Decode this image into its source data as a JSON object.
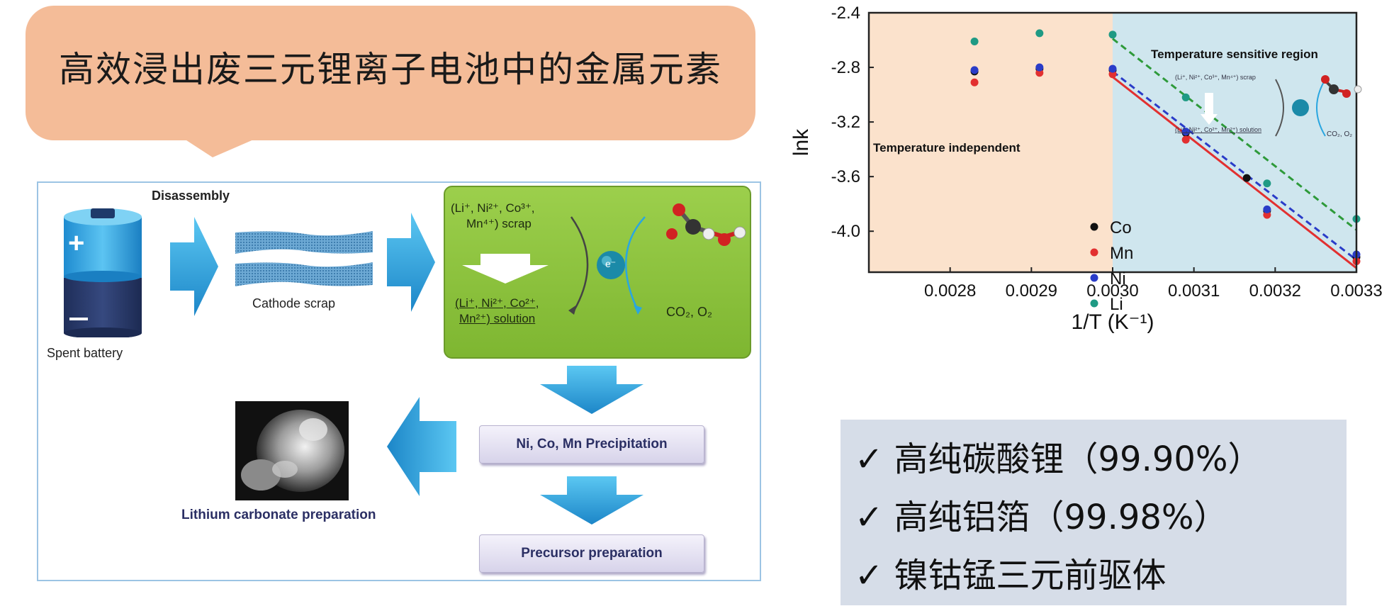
{
  "banner": {
    "title": "高效浸出废三元锂离子电池中的金属元素"
  },
  "flow": {
    "disassembly": "Disassembly",
    "spent_battery": "Spent battery",
    "cathode_scrap": "Cathode scrap",
    "scrap_species": "(Li⁺, Ni²⁺, Co³⁺,",
    "scrap_species2": "Mn⁴⁺) scrap",
    "solution_species": "(Li⁺, Ni²⁺, Co²⁺,",
    "solution_species2": "Mn²⁺) solution",
    "electron": "e⁻",
    "gases": "CO₂, O₂",
    "precipitation": "Ni, Co, Mn Precipitation",
    "precursor": "Precursor preparation",
    "lithium": "Lithium carbonate preparation"
  },
  "colors": {
    "Co": "#111111",
    "Mn": "#e23030",
    "Ni": "#2a3cc8",
    "Li": "#1f9a84",
    "left_region": "#fbe2cc",
    "right_region": "#cfe6ee",
    "banner": "#f4bc98",
    "green_box": "#8cc43e"
  },
  "chart_data": {
    "type": "scatter",
    "title": "",
    "xlabel": "1/T (K⁻¹)",
    "ylabel": "lnk",
    "xlim": [
      0.0027,
      0.0033
    ],
    "ylim": [
      -4.3,
      -2.4
    ],
    "xticks": [
      "0.0028",
      "0.0029",
      "0.0030",
      "0.0031",
      "0.0032",
      "0.0033"
    ],
    "yticks": [
      "-2.4",
      "-2.8",
      "-3.2",
      "-3.6",
      "-4.0"
    ],
    "regions": [
      "Temperature independent",
      "Temperature sensitive region"
    ],
    "legend_position": "lower-left of right region",
    "series": [
      {
        "name": "Co",
        "color": "#111111",
        "x": [
          0.00283,
          0.00291,
          0.003,
          0.00309,
          0.003165,
          0.00319,
          0.0033
        ],
        "y": [
          -2.83,
          -2.81,
          -2.82,
          -3.28,
          -3.61,
          -3.85,
          -4.19
        ]
      },
      {
        "name": "Mn",
        "color": "#e23030",
        "x": [
          0.00283,
          0.00291,
          0.003,
          0.00309,
          0.00319,
          0.0033
        ],
        "y": [
          -2.91,
          -2.84,
          -2.85,
          -3.33,
          -3.88,
          -4.22
        ]
      },
      {
        "name": "Ni",
        "color": "#2a3cc8",
        "x": [
          0.00283,
          0.00291,
          0.003,
          0.00309,
          0.00319,
          0.0033
        ],
        "y": [
          -2.82,
          -2.8,
          -2.81,
          -3.27,
          -3.84,
          -4.17
        ]
      },
      {
        "name": "Li",
        "color": "#1f9a84",
        "x": [
          0.00283,
          0.00291,
          0.003,
          0.00309,
          0.00319,
          0.0033
        ],
        "y": [
          -2.61,
          -2.55,
          -2.56,
          -3.02,
          -3.65,
          -3.91
        ]
      }
    ],
    "fits": [
      {
        "series": "Mn",
        "x": [
          0.003,
          0.0033
        ],
        "y": [
          -2.87,
          -4.27
        ],
        "style": "solid",
        "color": "#e23030"
      },
      {
        "series": "Ni",
        "x": [
          0.003,
          0.0033
        ],
        "y": [
          -2.83,
          -4.21
        ],
        "style": "dashed",
        "color": "#2a3cc8"
      },
      {
        "series": "Li",
        "x": [
          0.003,
          0.0033
        ],
        "y": [
          -2.59,
          -3.99
        ],
        "style": "dashed",
        "color": "#2e9a3a"
      }
    ],
    "inset": {
      "scrap": "(Li⁺, Ni²⁺, Co³⁺, Mn⁴⁺) scrap",
      "solution": "(Li⁺, Ni²⁺, Co²⁺, Mn²⁺) solution",
      "gases": "CO₂, O₂"
    }
  },
  "checklist": {
    "mark": "✓",
    "items": [
      "高纯碳酸锂（99.90%）",
      "高纯铝箔（99.98%）",
      "镍钴锰三元前驱体"
    ]
  }
}
